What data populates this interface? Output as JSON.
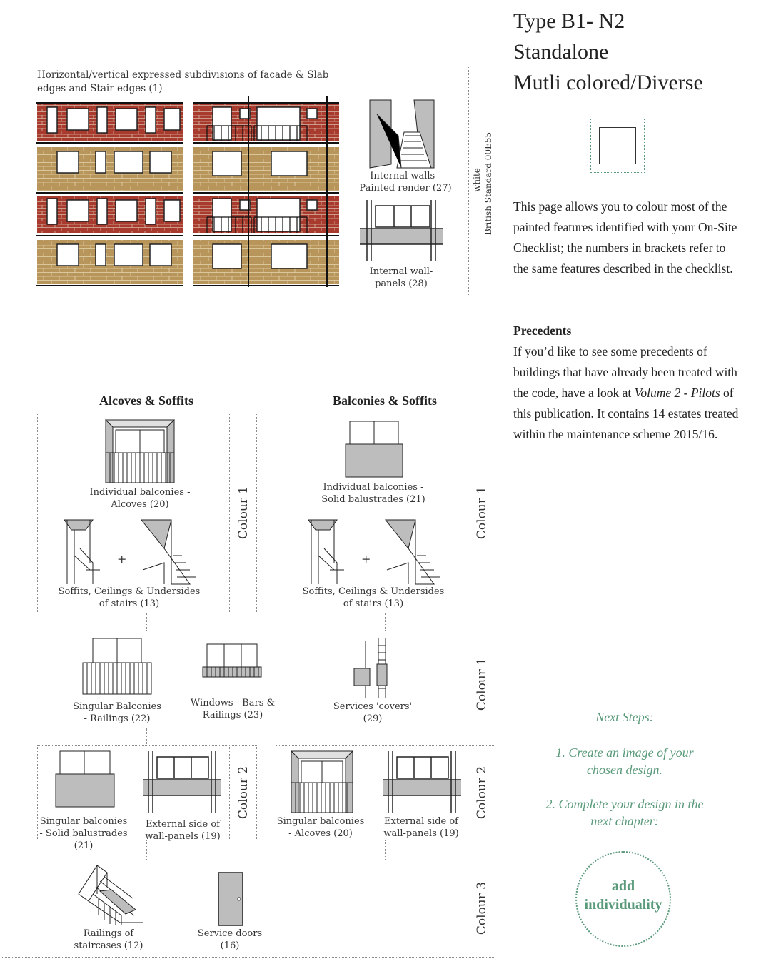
{
  "header": {
    "title_line1": "Type B1- N2",
    "title_line2": "Standalone",
    "title_line3": "Mutli colored/Diverse"
  },
  "intro": {
    "paragraph": "This page allows you to colour most of the painted features identified with your On-Site Checklist; the numbers in brackets refer to the same features described in the checklist."
  },
  "precedents": {
    "heading": "Precedents",
    "text_before": "If you’d like to see some precedents of buildings that have already been treated with the code, have a look at",
    "volume_ref": "Volume 2 - Pilots",
    "text_after": "of this publication. It contains 14 estates treated within the maintenance scheme 2015/16."
  },
  "facade_panel": {
    "heading": "Horizontal/vertical expressed subdivisions of facade & Slab edges and Stair edges (1)",
    "internal_walls": "Internal walls - Painted render (27)",
    "internal_wall_panels": "Internal wall-panels (28)",
    "side_label_1": "white",
    "side_label_2": "British Standard  00E55"
  },
  "alcoves": {
    "title": "Alcoves & Soffits",
    "item1": "Individual balconies - Alcoves (20)",
    "item2": "Soffits, Ceilings & Undersides of stairs (13)",
    "colour": "Colour 1"
  },
  "balconies": {
    "title": "Balconies & Soffits",
    "item1": "Individual balconies - Solid balustrades (21)",
    "item2": "Soffits, Ceilings & Undersides of stairs (13)",
    "colour": "Colour 1"
  },
  "row_colour1": {
    "item1": "Singular Balconies - Railings (22)",
    "item2": "Windows - Bars & Railings (23)",
    "item3": "Services 'covers' (29)",
    "colour": "Colour 1"
  },
  "row_colour2_left": {
    "item1": "Singular balconies - Solid balustrades (21)",
    "item2": "External side of wall-panels (19)",
    "colour": "Colour 2"
  },
  "row_colour2_right": {
    "item1": "Singular balconies - Alcoves (20)",
    "item2": "External side of wall-panels (19)",
    "colour": "Colour 2"
  },
  "row_colour3": {
    "item1": "Railings of staircases (12)",
    "item2": "Service doors (16)",
    "colour": "Colour 3"
  },
  "next_steps": {
    "heading": "Next Steps:",
    "step1": "1. Create an image of your chosen design.",
    "step2": "2. Complete your design in the next chapter:",
    "circle_text": "add individuality"
  },
  "colors": {
    "accent_green": "#5a9a7a",
    "brick_red": "#a83a2e",
    "brick_yellow": "#b8955a",
    "fill_grey": "#bdbdbd"
  }
}
